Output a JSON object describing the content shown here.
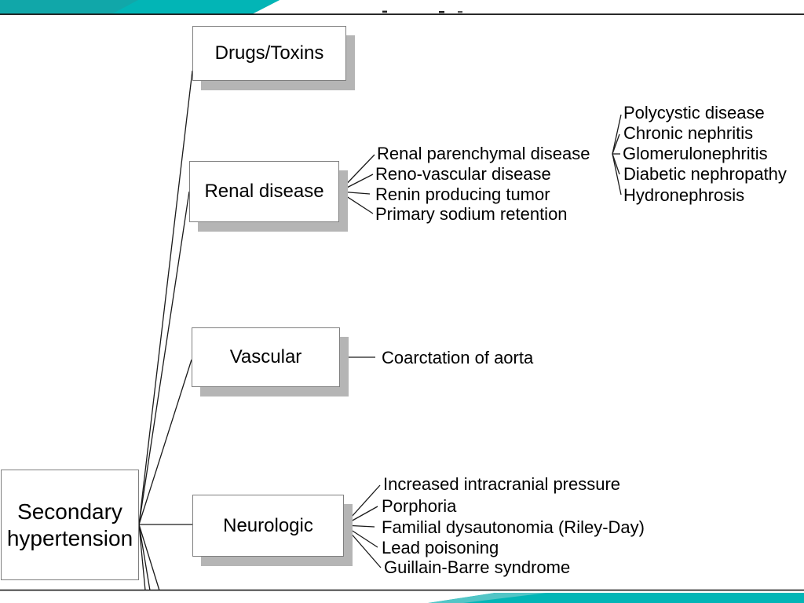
{
  "colors": {
    "teal": "#02b5b6",
    "teal_dark": "#11a7a9",
    "teal_light": "#52c5c6",
    "shadow": "#b5b5b5",
    "box_border": "#7f7f7f",
    "line": "#1a1a1a",
    "text": "#0a0a0a"
  },
  "root": {
    "label": "Secondary hypertension"
  },
  "categories": {
    "drugs": {
      "label": "Drugs/Toxins"
    },
    "renal": {
      "label": "Renal disease",
      "items": [
        "Renal parenchymal disease",
        "Reno-vascular disease",
        "Renin producing tumor",
        "Primary sodium retention"
      ],
      "parenchymal_sub": [
        "Polycystic disease",
        "Chronic nephritis",
        "Glomerulonephritis",
        "Diabetic nephropathy",
        "Hydronephrosis"
      ]
    },
    "vascular": {
      "label": "Vascular",
      "items": [
        "Coarctation of aorta"
      ]
    },
    "neurologic": {
      "label": "Neurologic",
      "items": [
        "Increased intracranial pressure",
        "Porphoria",
        "Familial dysautonomia (Riley-Day)",
        "Lead poisoning",
        "Guillain-Barre syndrome"
      ]
    }
  }
}
